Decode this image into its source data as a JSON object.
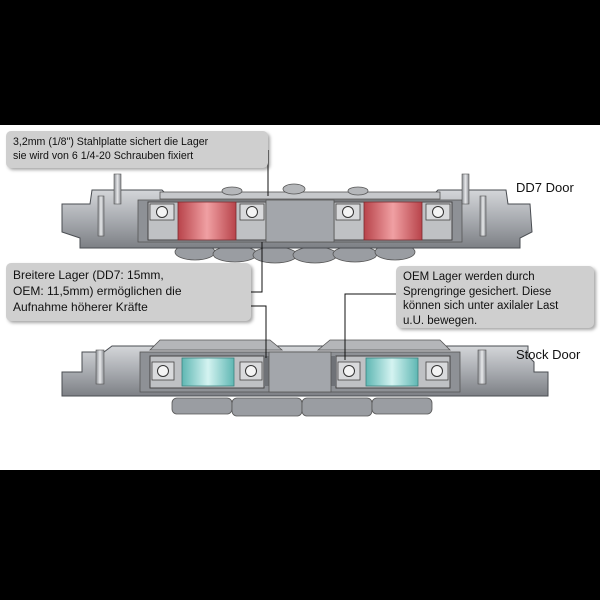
{
  "labels": {
    "dd7": "DD7 Door",
    "stock": "Stock Door"
  },
  "callouts": {
    "plate": {
      "line1": "3,2mm (1/8\") Stahlplatte sichert die Lager",
      "line2": "sie wird von 6 1/4-20 Schrauben fixiert"
    },
    "bearing": {
      "line1": "Breitere Lager (DD7: 15mm,",
      "line2": "OEM: 11,5mm) ermöglichen die",
      "line3": "Aufnahme höherer Kräfte"
    },
    "oem": {
      "line1": "OEM Lager werden durch",
      "line2": "Sprengringe gesichert. Diese",
      "line3": "können sich unter axilaler Last",
      "line4": "u.U. bewegen."
    }
  },
  "colors": {
    "metal": "#a9acb1",
    "metal_dark": "#6f7277",
    "dd7_bearing": "#d9646a",
    "oem_bearing": "#8fd6d2",
    "callout_bg": "#cfcfcf"
  }
}
